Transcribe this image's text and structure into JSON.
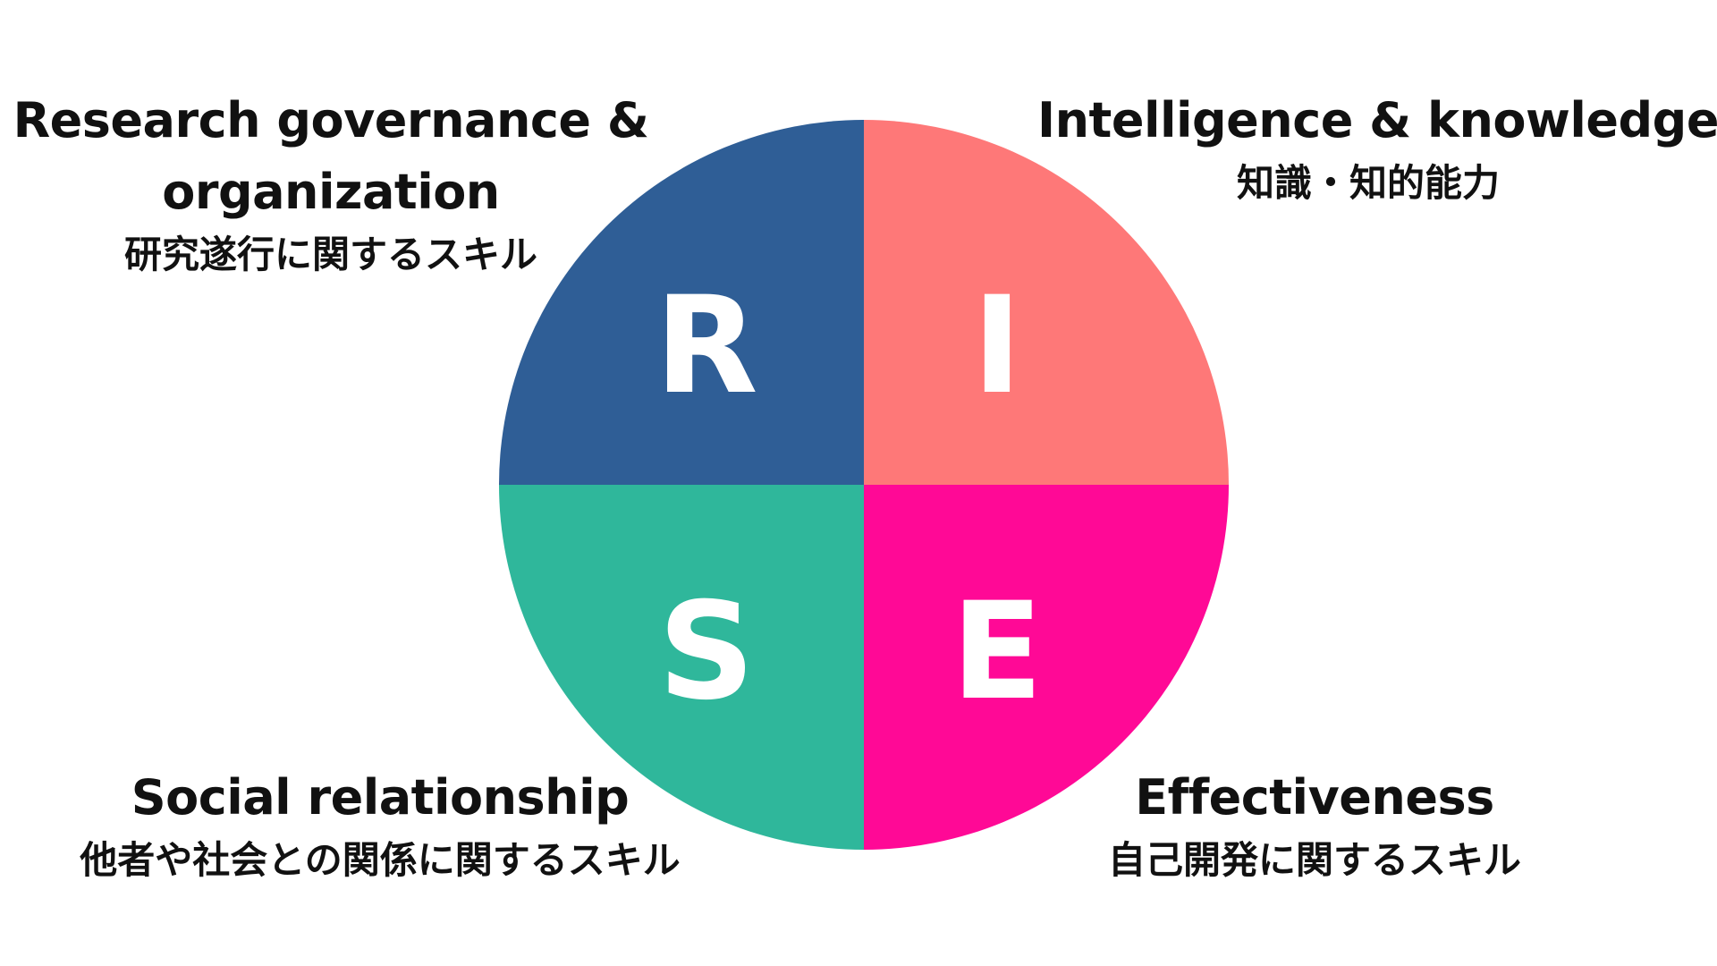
{
  "quadrants": {
    "r": {
      "letter": "R",
      "color": "#2f5e96",
      "title_line1": "Research governance  &",
      "title_line2": "organization",
      "subtitle": "研究遂行に関するスキル"
    },
    "i": {
      "letter": "I",
      "color": "#fe7878",
      "title": "Intelligence & knowledge",
      "subtitle": "知識・知的能力"
    },
    "s": {
      "letter": "S",
      "color": "#2fb79b",
      "title": "Social relationship",
      "subtitle": "他者や社会との関係に関するスキル"
    },
    "e": {
      "letter": "E",
      "color": "#ff0996",
      "title": "Effectiveness",
      "subtitle": "自己開発に関するスキル"
    }
  }
}
